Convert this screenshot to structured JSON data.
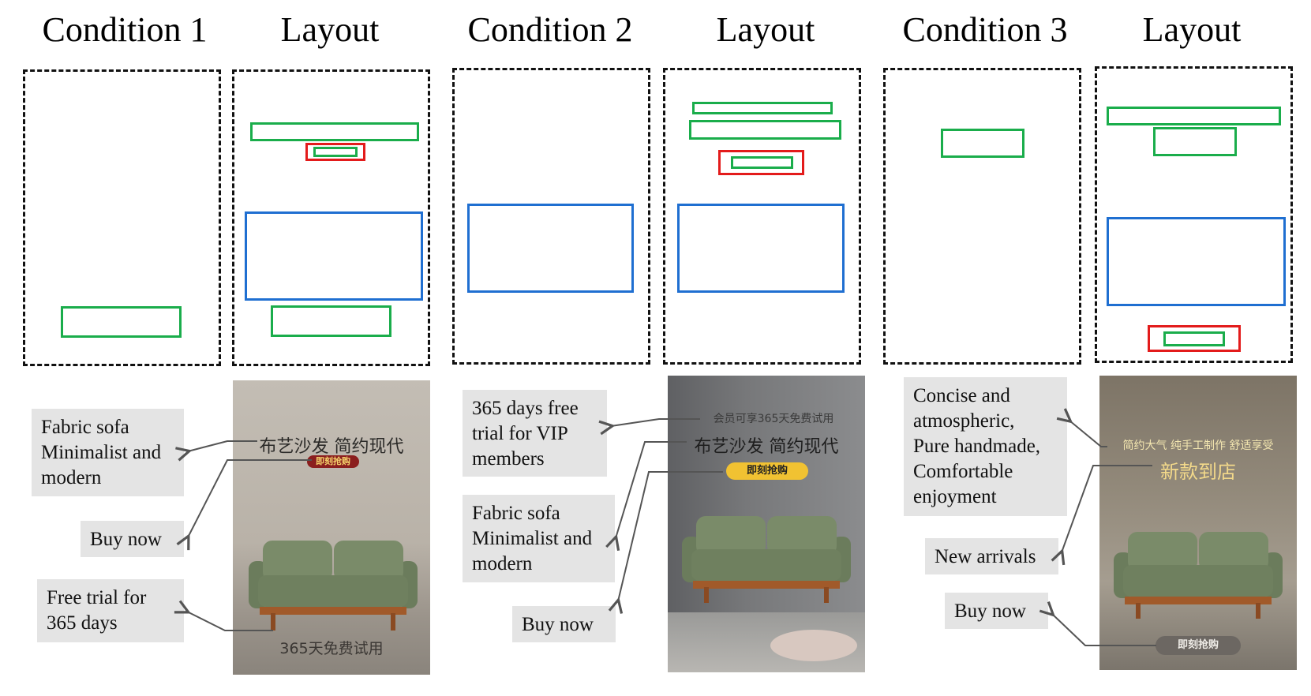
{
  "headers": [
    "Condition 1",
    "Layout",
    "Condition 2",
    "Layout",
    "Condition 3",
    "Layout"
  ],
  "colors": {
    "text_box": "#1aad4b",
    "button_box": "#e31b1b",
    "product_box": "#1f6fd1"
  },
  "posters": [
    {
      "headline": "布艺沙发 简约现代",
      "button": "即刻抢购",
      "footer": "365天免费试用"
    },
    {
      "top": "会员可享365天免费试用",
      "headline": "布艺沙发 简约现代",
      "button": "即刻抢购"
    },
    {
      "tagline": "简约大气  纯手工制作  舒适享受",
      "headline": "新款到店",
      "button": "即刻抢购"
    }
  ],
  "labels": {
    "c1": [
      "Fabric sofa\nMinimalist and\nmodern",
      "Buy now",
      "Free trial for\n365 days"
    ],
    "c2": [
      "365 days free\ntrial for VIP\nmembers",
      "Fabric sofa\nMinimalist and\nmodern",
      "Buy now"
    ],
    "c3": [
      "Concise and\natmospheric,\nPure handmade,\n Comfortable\nenjoyment",
      "New arrivals",
      "Buy now"
    ]
  }
}
